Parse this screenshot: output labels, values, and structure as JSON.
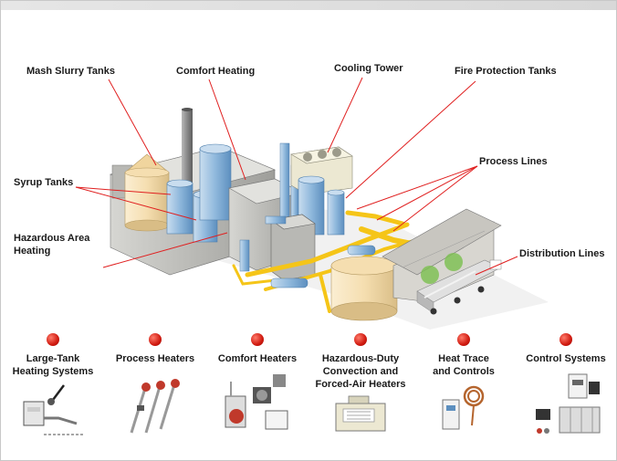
{
  "labels": {
    "mash": "Mash Slurry Tanks",
    "comfort": "Comfort Heating",
    "cooling": "Cooling Tower",
    "fire": "Fire Protection Tanks",
    "syrup": "Syrup Tanks",
    "process_lines": "Process Lines",
    "hazard_line1": "Hazardous Area",
    "hazard_line2": "Heating",
    "distribution": "Distribution Lines"
  },
  "categories": [
    {
      "lines": [
        "Large-Tank",
        "Heating Systems"
      ],
      "icon": "tank-heater-icon"
    },
    {
      "lines": [
        "Process Heaters"
      ],
      "icon": "process-heater-icon"
    },
    {
      "lines": [
        "Comfort Heaters"
      ],
      "icon": "comfort-heater-icon"
    },
    {
      "lines": [
        "Hazardous-Duty",
        "Convection and",
        "Forced-Air Heaters"
      ],
      "icon": "convection-heater-icon"
    },
    {
      "lines": [
        "Heat Trace",
        "and Controls"
      ],
      "icon": "heat-trace-icon"
    },
    {
      "lines": [
        "Control Systems"
      ],
      "icon": "control-panel-icon"
    }
  ],
  "colors": {
    "pipe_yellow": "#f5c518",
    "tank_blue": "#8fb8dc",
    "tank_beige": "#f5deb0",
    "building_grey": "#c8c8c4",
    "pointer_red": "#e02020",
    "dot_red": "#d01a10"
  }
}
